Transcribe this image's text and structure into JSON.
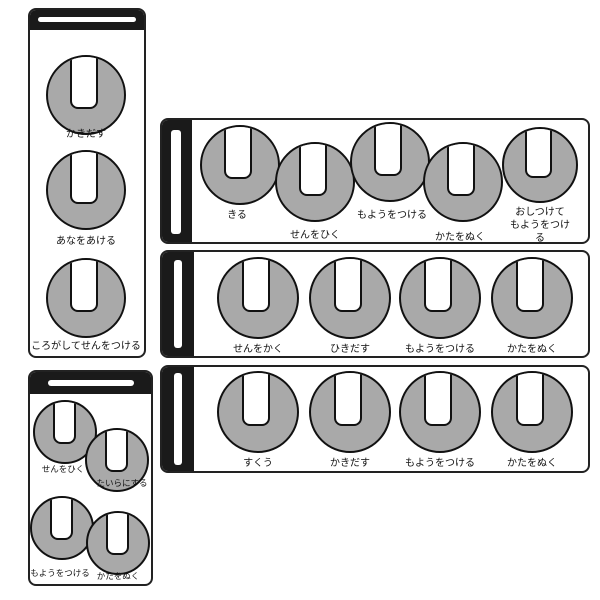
{
  "panel_tall": {
    "steps": [
      "かきだす",
      "あなをあける",
      "ころがしてせんをつける"
    ]
  },
  "panel_row1": {
    "steps": [
      "きる",
      "せんをひく",
      "もようをつける",
      "かたをぬく",
      "おしつけて\nもようをつける"
    ]
  },
  "panel_row2": {
    "steps": [
      "せんをかく",
      "ひきだす",
      "もようをつける",
      "かたをぬく"
    ]
  },
  "panel_row3": {
    "steps": [
      "すくう",
      "かきだす",
      "もようをつける",
      "かたをぬく"
    ]
  },
  "panel_small": {
    "steps": [
      "せんをひく",
      "たいらにする",
      "もようをつける",
      "かたをぬく"
    ]
  },
  "colors": {
    "clay_gray": "#a9a9a9",
    "outline": "#111111"
  }
}
